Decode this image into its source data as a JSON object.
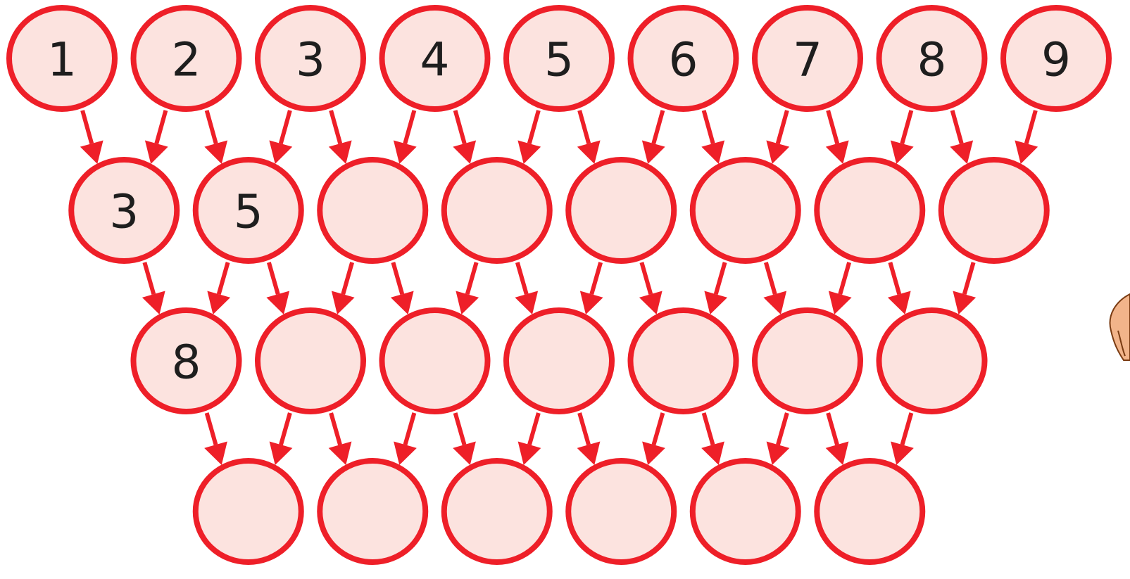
{
  "rows": [
    {
      "labels": [
        "1",
        "2",
        "3",
        "4",
        "5",
        "6",
        "7",
        "8",
        "9"
      ]
    },
    {
      "labels": [
        "3",
        "5",
        "",
        "",
        "",
        "",
        "",
        ""
      ]
    },
    {
      "labels": [
        "8",
        "",
        "",
        "",
        "",
        "",
        ""
      ]
    },
    {
      "labels": [
        "",
        "",
        "",
        "",
        "",
        ""
      ]
    }
  ],
  "colors": {
    "circle_fill": "#fce3df",
    "circle_stroke": "#ee1f28",
    "arrow": "#ee1f28",
    "text": "#1e1e1e"
  },
  "partial_image": "hand-icon"
}
